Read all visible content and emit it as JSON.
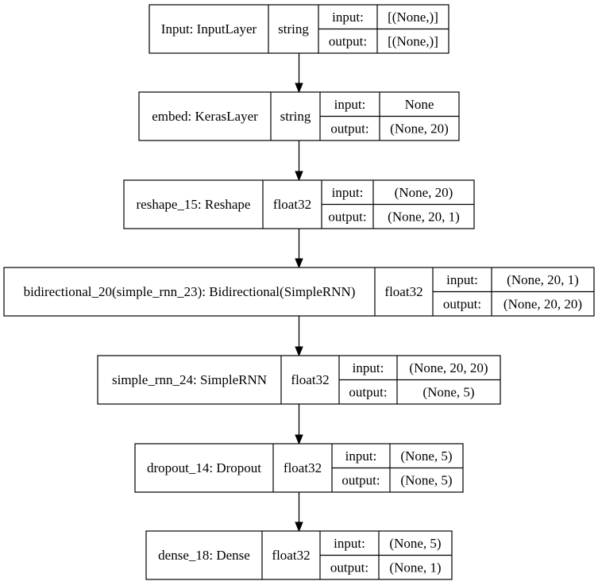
{
  "labels": {
    "input": "input:",
    "output": "output:"
  },
  "layers": [
    {
      "name": "Input: InputLayer",
      "dtype": "string",
      "input_shape": "[(None,)]",
      "output_shape": "[(None,)]"
    },
    {
      "name": "embed: KerasLayer",
      "dtype": "string",
      "input_shape": "None",
      "output_shape": "(None, 20)"
    },
    {
      "name": "reshape_15: Reshape",
      "dtype": "float32",
      "input_shape": "(None, 20)",
      "output_shape": "(None, 20, 1)"
    },
    {
      "name": "bidirectional_20(simple_rnn_23): Bidirectional(SimpleRNN)",
      "dtype": "float32",
      "input_shape": "(None, 20, 1)",
      "output_shape": "(None, 20, 20)"
    },
    {
      "name": "simple_rnn_24: SimpleRNN",
      "dtype": "float32",
      "input_shape": "(None, 20, 20)",
      "output_shape": "(None, 5)"
    },
    {
      "name": "dropout_14: Dropout",
      "dtype": "float32",
      "input_shape": "(None, 5)",
      "output_shape": "(None, 5)"
    },
    {
      "name": "dense_18: Dense",
      "dtype": "float32",
      "input_shape": "(None, 5)",
      "output_shape": "(None, 1)"
    }
  ]
}
